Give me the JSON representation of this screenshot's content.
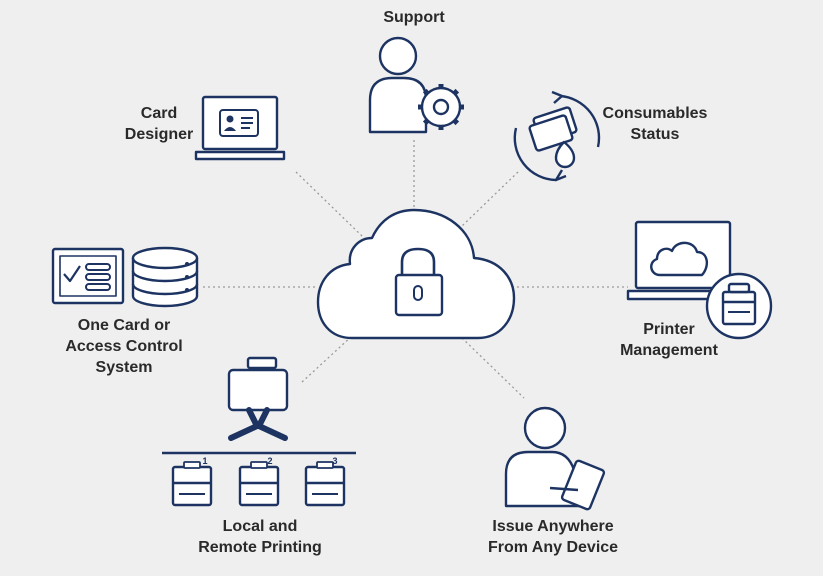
{
  "colors": {
    "navy": "#1d3463",
    "background": "#efefef",
    "text": "#2a2a2a",
    "connector": "#9a9a9a"
  },
  "hub": {
    "icon": "cloud-lock-icon"
  },
  "nodes": {
    "support": {
      "label": "Support",
      "icon": "person-gear-icon"
    },
    "card_designer": {
      "label": "Card\nDesigner",
      "icon": "laptop-id-card-icon"
    },
    "consumables": {
      "label": "Consumables\nStatus",
      "icon": "card-ink-cycle-icon"
    },
    "access_control": {
      "label": "One Card or\nAccess Control\nSystem",
      "icon": "monitor-database-icon"
    },
    "printer_management": {
      "label": "Printer\nManagement",
      "icon": "laptop-cloud-printer-icon"
    },
    "local_remote": {
      "label": "Local and\nRemote Printing",
      "icon": "kiosk-printers-icon",
      "printer_numbers": [
        "1",
        "2",
        "3"
      ]
    },
    "issue_anywhere": {
      "label": "Issue Anywhere\nFrom Any Device",
      "icon": "person-tablet-icon"
    }
  }
}
